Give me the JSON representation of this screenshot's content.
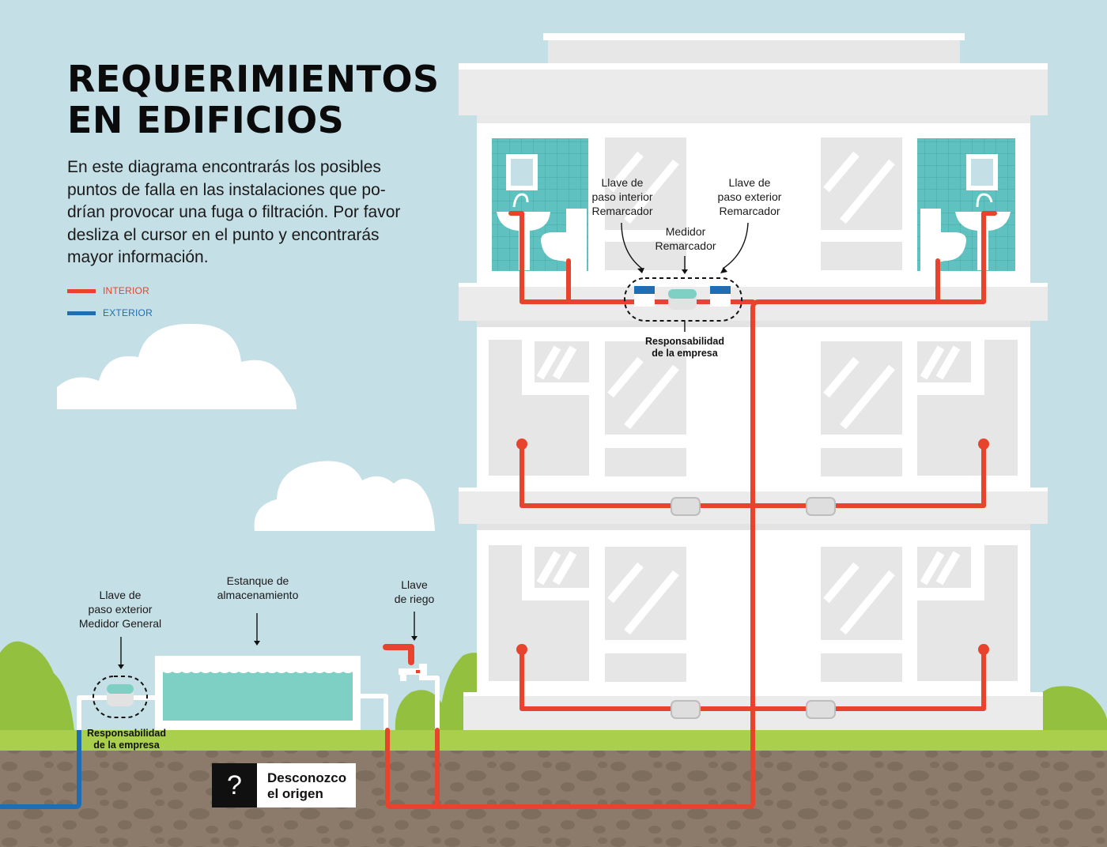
{
  "title": {
    "line1": "REQUERIMIENTOS",
    "line2": "EN EDIFICIOS"
  },
  "intro": "En este diagrama encontrarás los posibles puntos de falla en las instalaciones que po-drían provocar una fuga o filtración. Por favor desliza el cursor en el punto y encontrarás mayor información.",
  "legend": [
    {
      "label": "INTERIOR",
      "color": "#e8432d"
    },
    {
      "label": "EXTERIOR",
      "color": "#1f6eb3"
    }
  ],
  "labels": {
    "llave_interior_remarcador": [
      "Llave de",
      "paso interior",
      "Remarcador"
    ],
    "medidor_remarcador": [
      "Medidor",
      "Remarcador"
    ],
    "llave_exterior_remarcador": [
      "Llave de",
      "paso exterior",
      "Remarcador"
    ],
    "responsabilidad_edificio": [
      "Responsabilidad",
      "de la empresa"
    ],
    "llave_exterior_general": [
      "Llave de",
      "paso exterior",
      "Medidor General"
    ],
    "estanque": [
      "Estanque de",
      "almacenamiento"
    ],
    "llave_riego": [
      "Llave",
      "de riego"
    ],
    "responsabilidad_calle": [
      "Responsabilidad",
      "de la empresa"
    ]
  },
  "unknown_button": {
    "icon": "?",
    "line1": "Desconozco",
    "line2": "el origen"
  },
  "colors": {
    "sky": "#c5dfe6",
    "interior_pipe": "#e8432d",
    "exterior_pipe": "#1f6eb3",
    "grass": "#a9cf4c",
    "soil": "#8c7b6a",
    "bush": "#93c13f",
    "tile": "#5fc2c0",
    "water": "#7ecfc4",
    "building": "#ffffff",
    "window": "#e6e6e6"
  }
}
